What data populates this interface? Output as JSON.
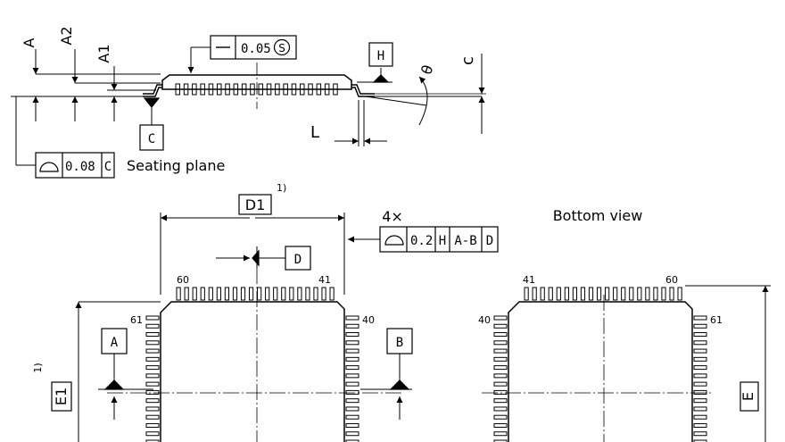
{
  "labels": {
    "dim_a": "A",
    "dim_a2": "A2",
    "dim_a1": "A1",
    "dim_c": "c",
    "dim_theta": "θ",
    "dim_l": "L",
    "dim_d1": "D1",
    "dim_e1": "E1",
    "dim_e": "E",
    "note_ref_1": "1)",
    "note_ref_2": "1)",
    "datum_h": "H",
    "datum_c": "C",
    "datum_d": "D",
    "datum_a": "A",
    "datum_b": "B",
    "seating_plane": "Seating plane",
    "bottom_view": "Bottom view",
    "multiplier": "4×"
  },
  "tolerances": {
    "coplanarity_value": "0.05",
    "coplanarity_mod": "S",
    "seating_value": "0.08",
    "seating_datum": "C",
    "profile_value": "0.2",
    "profile_datum_1": "H",
    "profile_datum_2": "A-B",
    "profile_datum_3": "D"
  },
  "pins": {
    "top_left_top": "60",
    "top_right_top": "41",
    "top_left_side": "61",
    "top_right_side": "40",
    "bottom_left_top": "41",
    "bottom_right_top": "60",
    "bottom_left_side": "40",
    "bottom_right_side": "61"
  }
}
